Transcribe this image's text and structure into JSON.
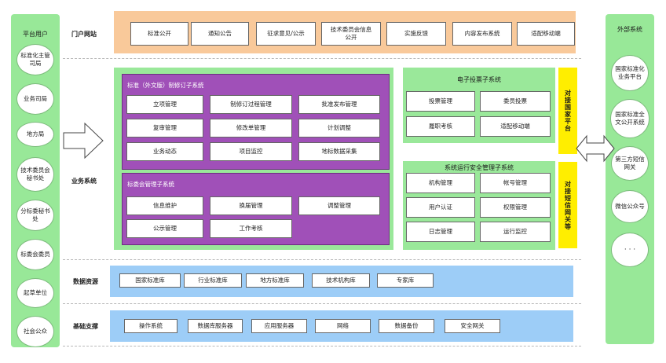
{
  "left_column": {
    "title": "平台用户",
    "users": [
      "标准化主管司局",
      "业务司局",
      "地方局",
      "技术委员会秘书处",
      "分标委秘书处",
      "标委会委员",
      "起草单位",
      "社会公众"
    ]
  },
  "right_column": {
    "title": "外部系统",
    "systems": [
      "国家标准化业务平台",
      "国家标准全文公开系统",
      "第三方短信网关",
      "微信公众号",
      "· · ·"
    ]
  },
  "portal": {
    "label": "门户网站",
    "items": [
      "标准公开",
      "通知公告",
      "征求意见/公示",
      "技术委员会信息公开",
      "实施反馈",
      "内容发布系统",
      "适配移动端"
    ]
  },
  "business": {
    "label": "业务系统",
    "drafting": {
      "title": "标准（外文版）制修订子系统",
      "items": [
        "立项管理",
        "制修订过程管理",
        "批准发布管理",
        "复审管理",
        "修改单管理",
        "计划调整",
        "业务动态",
        "项目监控",
        "地标数据采集"
      ]
    },
    "committee": {
      "title": "标委会管理子系统",
      "items": [
        "信息维护",
        "换届管理",
        "调整管理",
        "公示管理",
        "工作考核"
      ]
    },
    "voting": {
      "title": "电子投票子系统",
      "items": [
        "投票管理",
        "委员投票",
        "履职考核",
        "适配移动端"
      ]
    },
    "security": {
      "title": "系统运行安全管理子系统",
      "items": [
        "机构管理",
        "帐号管理",
        "用户认证",
        "权限管理",
        "日志管理",
        "运行监控"
      ]
    },
    "connector_national": "对接国家平台",
    "connector_sms": "对接短信网关等"
  },
  "data_resources": {
    "label": "数据资源",
    "items": [
      "国家标准库",
      "行业标准库",
      "地方标准库",
      "技术机构库",
      "专家库"
    ]
  },
  "infrastructure": {
    "label": "基础支撑",
    "items": [
      "操作系统",
      "数据库服务器",
      "应用服务器",
      "网络",
      "数据备份",
      "安全网关"
    ]
  }
}
